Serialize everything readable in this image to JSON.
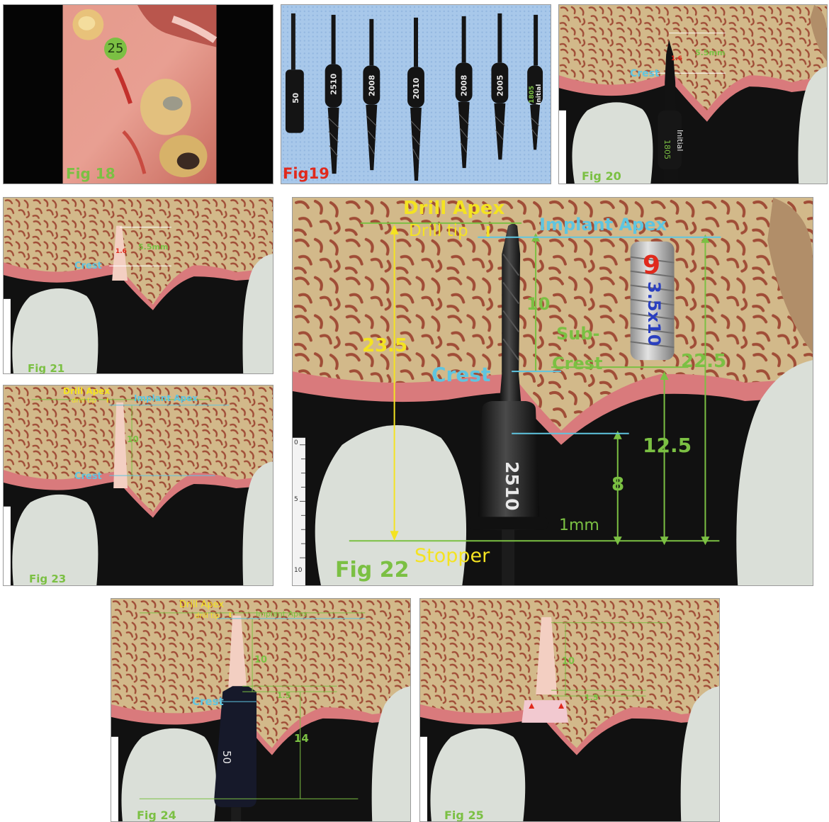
{
  "figures": {
    "fig18": {
      "caption": "Fig 18",
      "tooth_number": "25"
    },
    "fig19": {
      "caption": "Fig19",
      "drill_labels": [
        "50",
        "2510",
        "2008",
        "2010",
        "2008",
        "2005",
        "1805",
        "Initial"
      ]
    },
    "fig20": {
      "caption": "Fig 20",
      "crest": "Crest",
      "depth": "5.5mm",
      "tip": "1.6",
      "drill_code": "1805",
      "drill_name": "Initial"
    },
    "fig21": {
      "caption": "Fig 21",
      "crest": "Crest",
      "depth": "5.5mm",
      "tip": "1.6"
    },
    "fig22": {
      "caption": "Fig 22",
      "drill_apex": "Drill Apex",
      "drill_tip": "Drill tip",
      "tip_mark": "I",
      "implant_apex": "Implant Apex",
      "implant_number": "9",
      "implant_size": "3.5x10",
      "ten": "10",
      "sub": "Sub-",
      "crest_small": "Crest",
      "crest": "Crest",
      "total_left": "23.5",
      "total_right": "22.5",
      "mid": "12.5",
      "eight": "8",
      "one_mm": "1mm",
      "stopper": "Stopper",
      "drill_code": "2510",
      "ruler_marks": [
        "0",
        "5",
        "10"
      ]
    },
    "fig23": {
      "caption": "Fig 23",
      "drill_apex": "Drill Apex",
      "drill_tip": "drill tip",
      "tip_mark": "I",
      "implant_apex": "Implant Apex",
      "crest": "Crest",
      "ten": "10"
    },
    "fig24": {
      "caption": "Fig 24",
      "drill_apex": "Drill Apex",
      "drill_tip": "drill tip",
      "tip_mark": "I",
      "implant_apex": "Implant Apex",
      "crest": "Crest",
      "ten": "10",
      "one_five": "1.5",
      "fourteen": "14",
      "drill_code": "50"
    },
    "fig25": {
      "caption": "Fig 25",
      "ten": "10",
      "one_five": "1.5"
    }
  },
  "colors": {
    "bone": "#d2b98a",
    "trabecula": "#a04d37",
    "gum": "#d97a7c",
    "tooth": "#dadfd8",
    "dark": "#111111",
    "green": "#7bc043",
    "yellow": "#f4e322",
    "cyan": "#5fc5e0",
    "red": "#e0291c"
  }
}
